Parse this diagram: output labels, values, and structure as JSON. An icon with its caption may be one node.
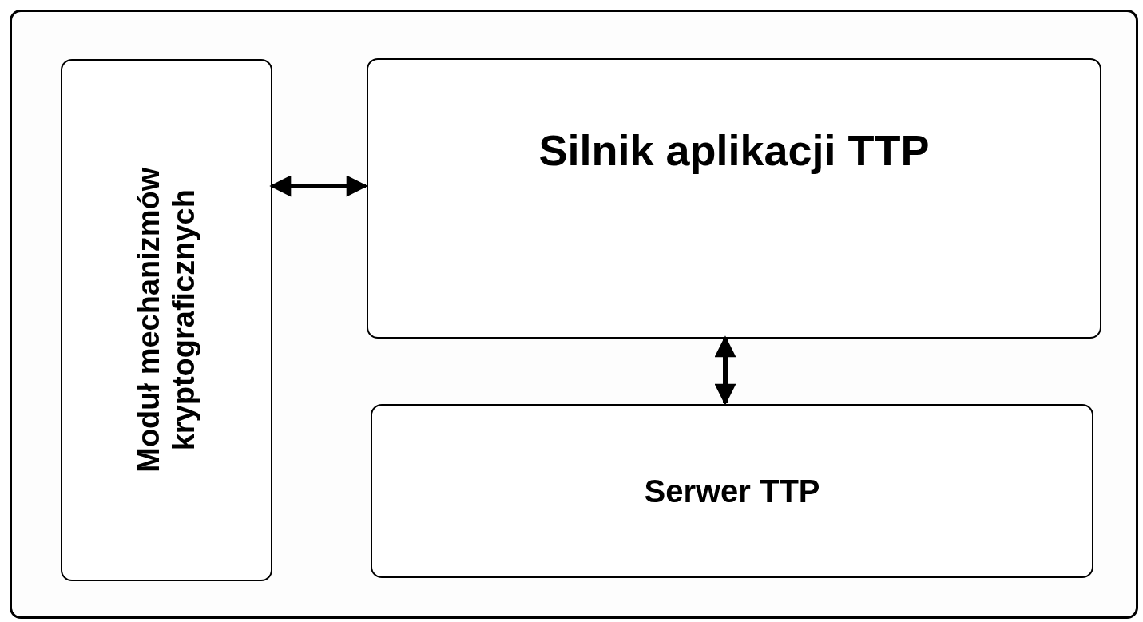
{
  "diagram": {
    "nodes": [
      {
        "text": [],
        "shape": "box"
      },
      {
        "text": [
          "Moduł mechanizmów kryptograficznych"
        ],
        "in": 0
      },
      {
        "text": [
          "Silnik aplikacji TTP"
        ],
        "in": 0
      },
      {
        "text": [
          "Serwer TTP"
        ],
        "in": 0
      }
    ],
    "edges": [
      {
        "from": 1,
        "to": 2,
        "arrow": "both"
      },
      {
        "from": 2,
        "to": 3,
        "arrow": "both"
      }
    ]
  }
}
